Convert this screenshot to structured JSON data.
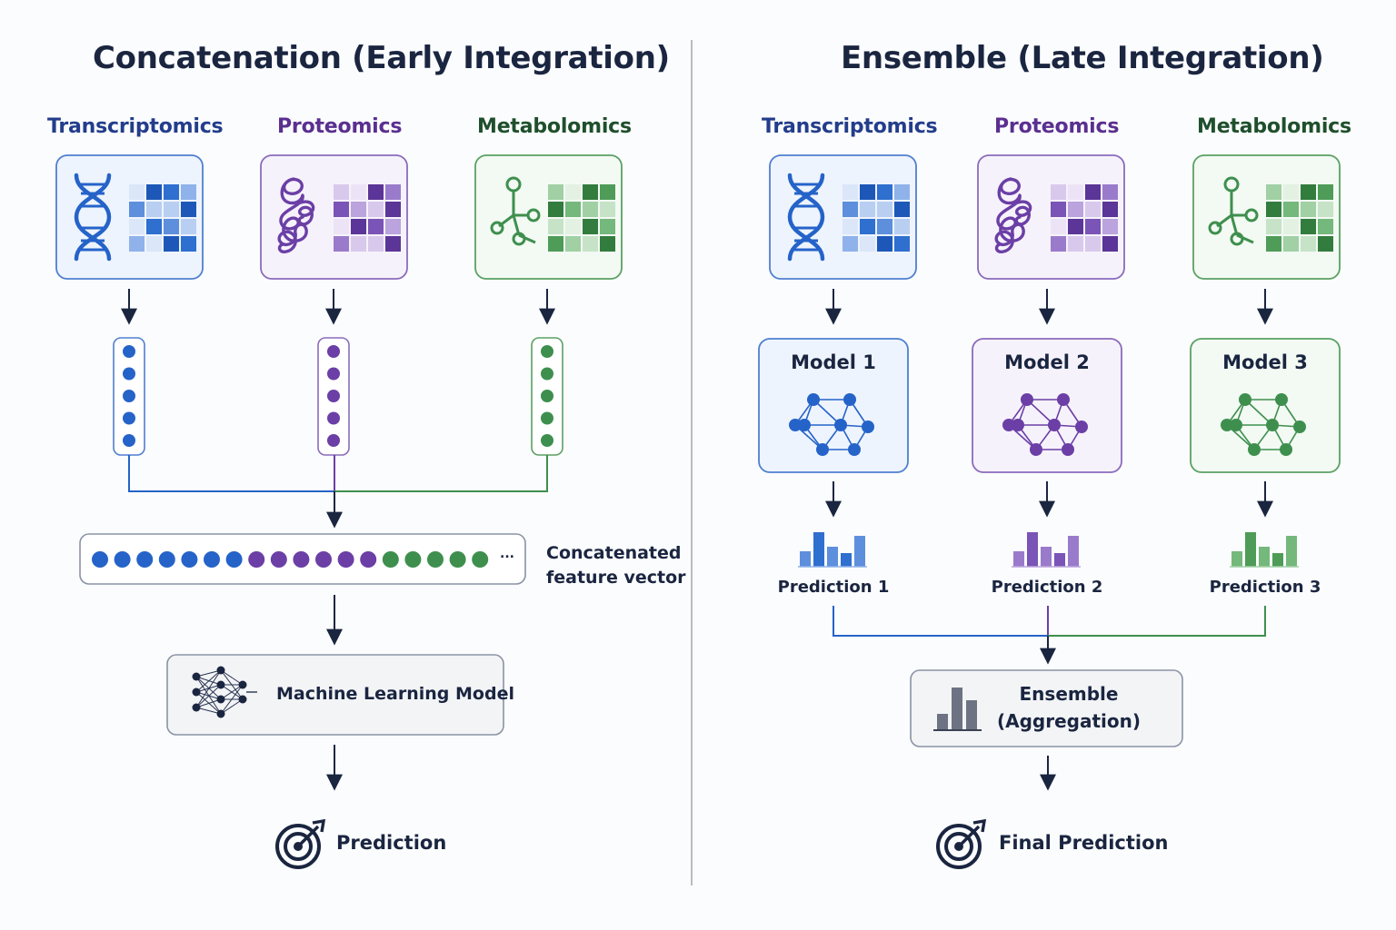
{
  "colors": {
    "transcriptomics": "#2563c9",
    "proteomics": "#6b3fa6",
    "metabolomics": "#3e8f4e",
    "ink": "#1a2540",
    "divider": "#b8bcc4"
  },
  "left": {
    "title": "Concatenation (Early Integration)",
    "omics": [
      {
        "label": "Transcriptomics",
        "icon": "dna-icon"
      },
      {
        "label": "Proteomics",
        "icon": "protein-icon"
      },
      {
        "label": "Metabolomics",
        "icon": "molecule-icon"
      }
    ],
    "concat_label_line1": "Concatenated",
    "concat_label_line2": "feature vector",
    "concat_ellipsis": "...",
    "model_label": "Machine Learning Model",
    "prediction_label": "Prediction"
  },
  "right": {
    "title": "Ensemble (Late Integration)",
    "omics": [
      {
        "label": "Transcriptomics",
        "icon": "dna-icon"
      },
      {
        "label": "Proteomics",
        "icon": "protein-icon"
      },
      {
        "label": "Metabolomics",
        "icon": "molecule-icon"
      }
    ],
    "models": [
      "Model 1",
      "Model 2",
      "Model 3"
    ],
    "predictions": [
      "Prediction 1",
      "Prediction 2",
      "Prediction 3"
    ],
    "ensemble_line1": "Ensemble",
    "ensemble_line2": "(Aggregation)",
    "final_label": "Final Prediction"
  }
}
